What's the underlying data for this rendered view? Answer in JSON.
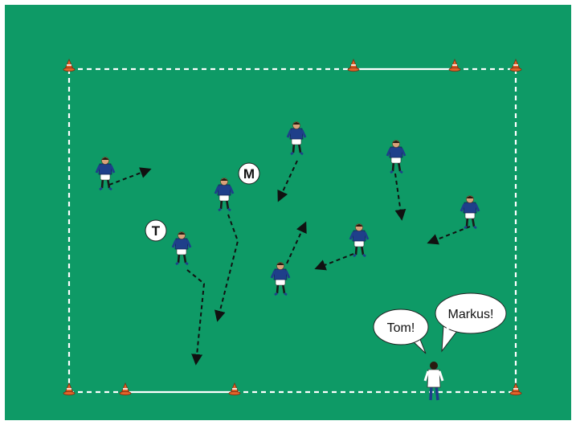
{
  "colors": {
    "pitch": "#0e9a66",
    "line": "#ffffff",
    "cone": "#e0632a",
    "shirt": "#1f3f8a",
    "shorts": "#ffffff",
    "arrow": "#111111"
  },
  "markers": {
    "t": "T",
    "m": "M"
  },
  "coach": {
    "bubble_1": "Tom!",
    "bubble_2": "Markus!"
  }
}
